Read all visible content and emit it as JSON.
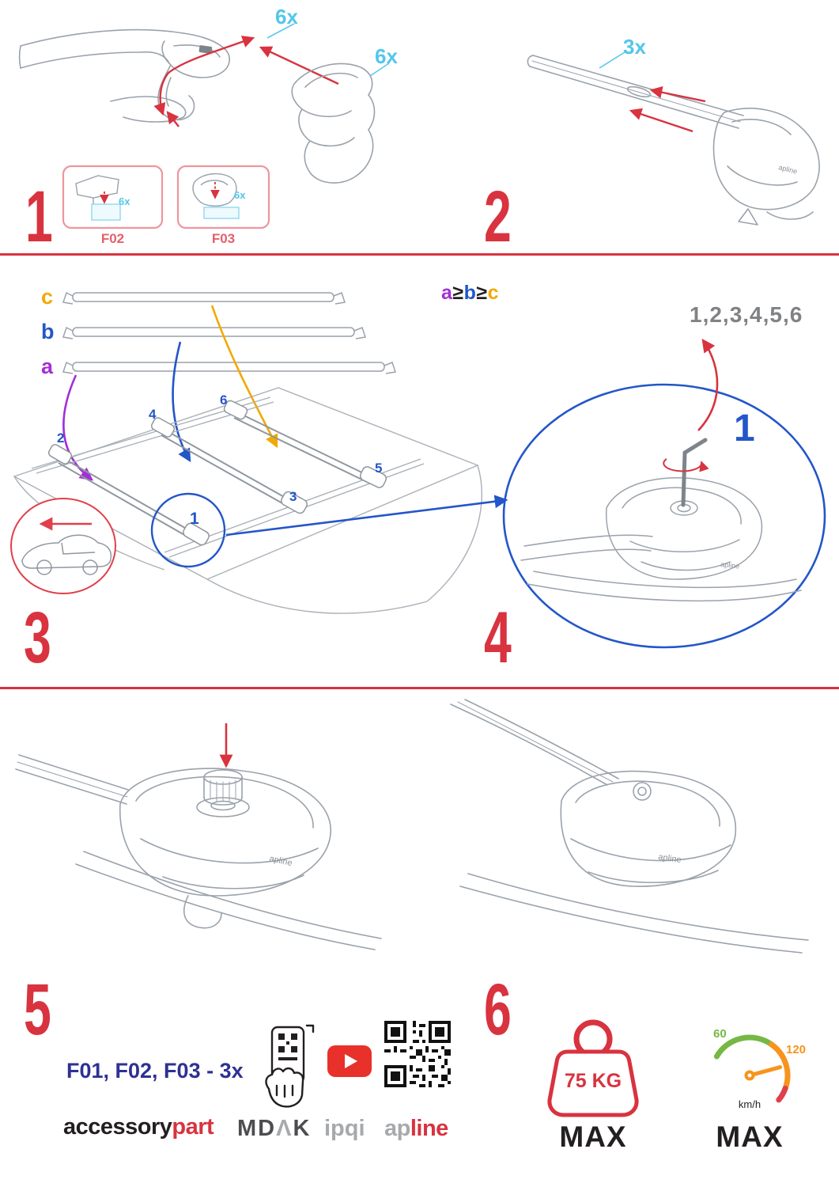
{
  "colors": {
    "accent_red": "#d8333f",
    "cyan": "#53c6ea",
    "blue": "#2356c9",
    "purple": "#a22fd6",
    "orange": "#f2a900",
    "navy": "#2e3192",
    "green": "#76b843",
    "amber": "#f7941d",
    "gray": "#808285",
    "dark": "#231f20"
  },
  "steps": {
    "one": {
      "number": "1",
      "endcap_qty": "6x",
      "cover_qty": "6x",
      "inset1": {
        "qty": "6x",
        "caption": "F02"
      },
      "inset2": {
        "qty": "6x",
        "caption": "F03"
      }
    },
    "two": {
      "number": "2",
      "bar_qty": "3x"
    },
    "three": {
      "number": "3",
      "bar_labels": {
        "c": "c",
        "b": "b",
        "a": "a"
      },
      "size_rule": {
        "a": "a",
        "gte1": "≥",
        "b": "b",
        "gte2": "≥",
        "c": "c"
      },
      "positions": {
        "p1": "1",
        "p2": "2",
        "p3": "3",
        "p4": "4",
        "p5": "5",
        "p6": "6"
      }
    },
    "four": {
      "number": "4",
      "tighten_sequence": "1,2,3,4,5,6",
      "callout": "1"
    },
    "five": {
      "number": "5"
    },
    "six": {
      "number": "6",
      "max_load": {
        "value": "75 KG",
        "label": "MAX"
      },
      "max_speed": {
        "low": "60",
        "high": "120",
        "unit": "km/h",
        "label": "MAX"
      }
    }
  },
  "illustrations": {
    "part_brand": "apline"
  },
  "footer": {
    "parts_note": "F01, F02, F03 - 3x",
    "logos": {
      "accessorypart": {
        "part1": "accessory",
        "part2": "part"
      },
      "mdak": {
        "md": "MD",
        "a": "Λ",
        "k": "K"
      },
      "ipqi": "ipqi",
      "apline": {
        "ap": "ap",
        "line": "line"
      }
    }
  }
}
